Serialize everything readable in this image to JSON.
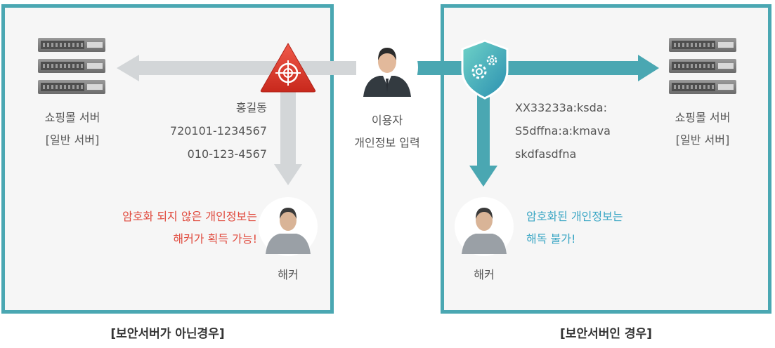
{
  "user": {
    "title": "이용자",
    "subtitle": "개인정보 입력"
  },
  "left": {
    "caption": "[보안서버가 아닌경우]",
    "server": {
      "name": "쇼핑몰 서버",
      "type": "[일반 서버]"
    },
    "personal_info": [
      "홍길동",
      "720101-1234567",
      "010-123-4567"
    ],
    "warning": [
      "암호화 되지 않은 개인정보는",
      "해커가 획득 가능!"
    ],
    "hacker_label": "해커",
    "icon": "target-warning-icon"
  },
  "right": {
    "caption": "[보안서버인 경우]",
    "server": {
      "name": "쇼핑몰 서버",
      "type": "[일반 서버]"
    },
    "encrypted_info": [
      "XX33233a:ksda:",
      "S5dffna:a:kmava",
      "skdfasdfna"
    ],
    "message": [
      "암호화된 개인정보는",
      "해독 불가!"
    ],
    "hacker_label": "해커",
    "icon": "shield-gears-icon"
  },
  "colors": {
    "panel_border": "#4aa7b2",
    "warning_red": "#e04a3d",
    "secure_teal": "#3aa6c4",
    "gray_arrow": "#d3d6d8"
  }
}
